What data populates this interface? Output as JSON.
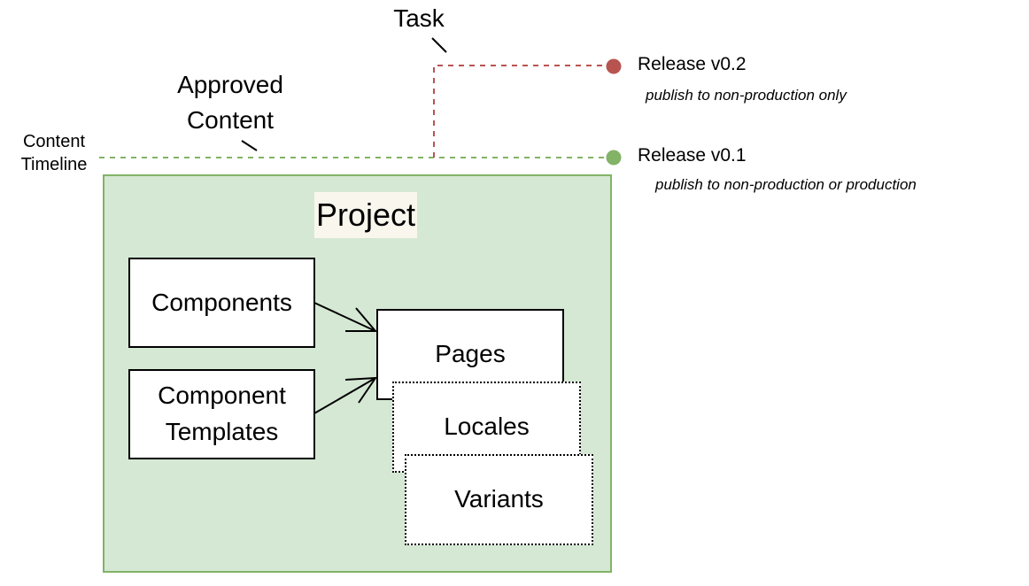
{
  "diagram": {
    "labels": {
      "task": "Task",
      "approved_content": [
        "Approved",
        "Content"
      ],
      "content_timeline": [
        "Content",
        "Timeline"
      ]
    },
    "releases": [
      {
        "title": "Release v0.2",
        "subtitle": "publish to non-production only",
        "color": "#b85450"
      },
      {
        "title": "Release v0.1",
        "subtitle": "publish to non-production or production",
        "color": "#82b366"
      }
    ],
    "project": {
      "title": "Project",
      "fill": "#d5e8d4",
      "stroke": "#82b366",
      "title_bg": "#f9f7ed",
      "nodes": {
        "components": "Components",
        "component_templates": [
          "Component",
          "Templates"
        ],
        "pages": "Pages",
        "locales": "Locales",
        "variants": "Variants"
      }
    },
    "edges": [
      {
        "from": "Components",
        "to": "Pages"
      },
      {
        "from": "Component Templates",
        "to": "Pages"
      }
    ]
  }
}
